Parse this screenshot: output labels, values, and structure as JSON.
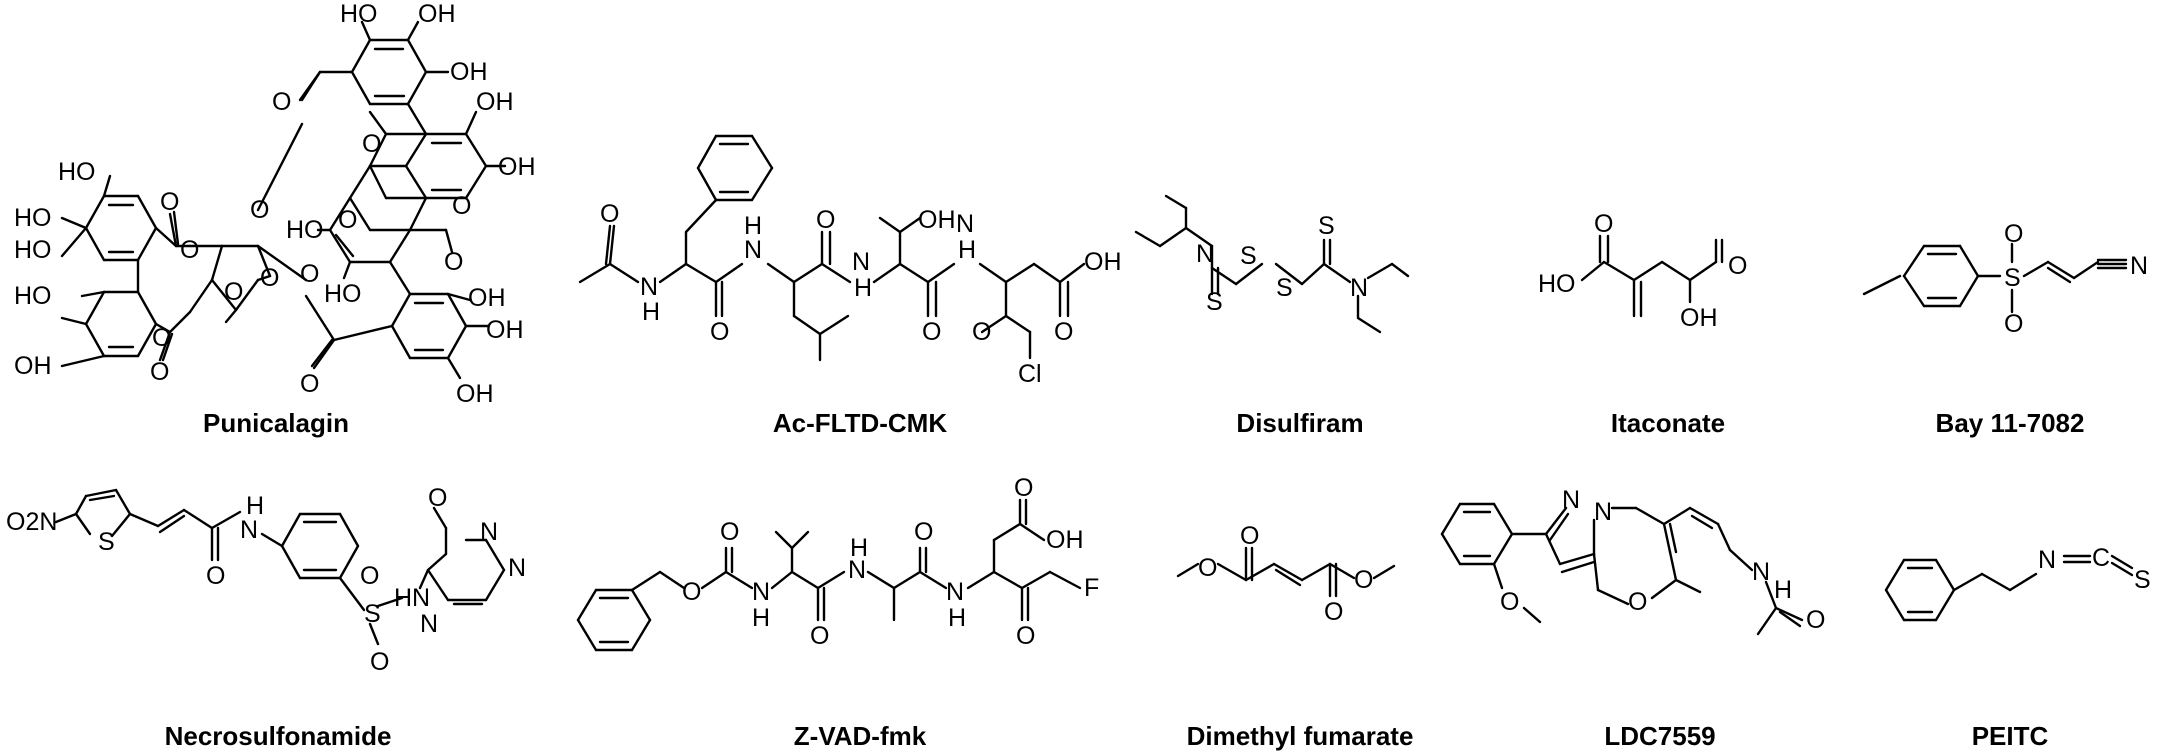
{
  "compounds": [
    {
      "name": "Punicalagin",
      "atoms": [
        "HO",
        "OH",
        "OH",
        "HO",
        "HO",
        "O",
        "O",
        "O",
        "O",
        "O",
        "OH",
        "OH",
        "O",
        "O",
        "HO",
        "O",
        "O",
        "O",
        "O",
        "HO",
        "O",
        "OH",
        "HO",
        "O",
        "OH",
        "HO",
        "O",
        "OH",
        "OH"
      ]
    },
    {
      "name": "Ac-FLTD-CMK",
      "atoms": [
        "O",
        "N",
        "H",
        "N",
        "H",
        "O",
        "O",
        "N",
        "H",
        "OH",
        "N",
        "H",
        "O",
        "O",
        "OH",
        "O",
        "Cl"
      ]
    },
    {
      "name": "Disulfiram",
      "atoms": [
        "N",
        "S",
        "S",
        "S",
        "S",
        "N"
      ]
    },
    {
      "name": "Itaconate",
      "atoms": [
        "O",
        "HO",
        "O",
        "OH"
      ]
    },
    {
      "name": "Bay 11-7082",
      "atoms": [
        "O",
        "S",
        "O",
        "N"
      ]
    },
    {
      "name": "Necrosulfonamide",
      "atoms": [
        "O2N",
        "S",
        "O",
        "N",
        "H",
        "O",
        "N",
        "S",
        "O",
        "HN",
        "N",
        "N",
        "O"
      ]
    },
    {
      "name": "Z-VAD-fmk",
      "atoms": [
        "O",
        "O",
        "N",
        "H",
        "O",
        "N",
        "H",
        "O",
        "N",
        "H",
        "OH",
        "O",
        "O",
        "F"
      ]
    },
    {
      "name": "Dimethyl fumarate",
      "atoms": [
        "O",
        "O",
        "O",
        "O"
      ]
    },
    {
      "name": "LDC7559",
      "atoms": [
        "N",
        "N",
        "O",
        "O",
        "N",
        "H",
        "O"
      ]
    },
    {
      "name": "PEITC",
      "atoms": [
        "N",
        "C",
        "S"
      ]
    }
  ]
}
